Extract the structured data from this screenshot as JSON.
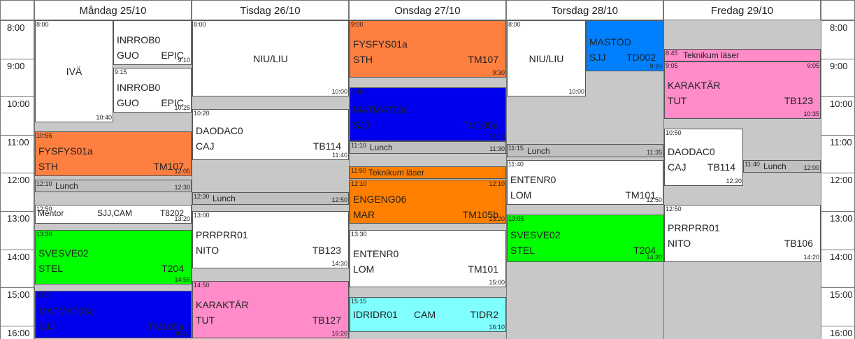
{
  "days": [
    "Måndag 25/10",
    "Tisdag 26/10",
    "Onsdag 27/10",
    "Torsdag 28/10",
    "Fredag 29/10"
  ],
  "hours": [
    "8:00",
    "9:00",
    "10:00",
    "11:00",
    "12:00",
    "13:00",
    "14:00",
    "15:00",
    "16:00"
  ],
  "colors": {
    "background": "#c8c8c8",
    "white": "#ffffff",
    "lunch": "#c0c0c0",
    "orange": "#ff7f40",
    "blue": "#0000ee",
    "green": "#00ff00",
    "pink": "#ff8cc8",
    "bright_orange": "#ff7f00",
    "cyan": "#80ffff",
    "azure": "#0080ff"
  },
  "events": [
    {
      "day": 0,
      "start": "8:00",
      "end": "10:40",
      "col": 0,
      "cols": 2,
      "color": "white",
      "s": "8:00",
      "e": "10:40",
      "center": "IVÄ"
    },
    {
      "day": 0,
      "start": "8:00",
      "end": "9:10",
      "col": 1,
      "cols": 2,
      "color": "white",
      "s": "",
      "e": "9:10",
      "l1": "INRROB0",
      "l2": "GUO",
      "r2": "EPIC"
    },
    {
      "day": 0,
      "start": "9:15",
      "end": "10:25",
      "col": 1,
      "cols": 2,
      "color": "white",
      "s": "9:15",
      "e": "10:25",
      "l1": "INRROB0",
      "l2": "GUO",
      "r2": "EPIC"
    },
    {
      "day": 0,
      "start": "10:55",
      "end": "12:05",
      "color": "orange",
      "s": "10:55",
      "e": "12:05",
      "l1": "FYSFYS01a",
      "l2": "STH",
      "r2": "TM107"
    },
    {
      "day": 0,
      "start": "12:10",
      "end": "12:30",
      "color": "lunch",
      "s": "12:10",
      "e": "12:30",
      "small": true,
      "l1": "Lunch"
    },
    {
      "day": 0,
      "start": "12:50",
      "end": "13:20",
      "color": "white",
      "s": "12:50",
      "e": "13:20",
      "small": true,
      "l1": "Mentor",
      "m1": "SJJ,CAM",
      "r1": "T8202"
    },
    {
      "day": 0,
      "start": "13:30",
      "end": "14:55",
      "color": "green",
      "s": "13:30",
      "e": "14:55",
      "l1": "SVESVE02",
      "l2": "STEL",
      "r2": "T204"
    },
    {
      "day": 0,
      "start": "15:05",
      "end": "16:20",
      "color": "blue",
      "s": "15:05",
      "e": "16:20",
      "l1": "MATMAT03c",
      "l2": "SJJ",
      "r2": "TM105a"
    },
    {
      "day": 1,
      "start": "8:00",
      "end": "10:00",
      "color": "white",
      "s": "8:00",
      "e": "10:00",
      "center": "NIU/LIU"
    },
    {
      "day": 1,
      "start": "10:20",
      "end": "11:40",
      "color": "white",
      "s": "10:20",
      "e": "11:40",
      "l1": "DAODAC0",
      "l2": "CAJ",
      "r2": "TB114"
    },
    {
      "day": 1,
      "start": "12:30",
      "end": "12:50",
      "color": "lunch",
      "s": "12:30",
      "e": "12:50",
      "small": true,
      "l1": "Lunch"
    },
    {
      "day": 1,
      "start": "13:00",
      "end": "14:30",
      "color": "white",
      "s": "13:00",
      "e": "14:30",
      "l1": "PRRPRR01",
      "l2": "NITO",
      "r2": "TB123"
    },
    {
      "day": 1,
      "start": "14:50",
      "end": "16:20",
      "color": "pink",
      "s": "14:50",
      "e": "16:20",
      "l1": "KARAKTÄR",
      "l2": "TUT",
      "r2": "TB127"
    },
    {
      "day": 2,
      "start": "8:00",
      "end": "9:30",
      "color": "orange",
      "s": "9:00",
      "e": "9:30",
      "l1": "FYSFYS01a",
      "l2": "STH",
      "r2": "TM107"
    },
    {
      "day": 2,
      "start": "9:45",
      "end": "11:10",
      "color": "blue",
      "s": "9:45",
      "e": "11:10",
      "l1": "MATMAT03c",
      "l2": "SJJ",
      "r2": "TM105a"
    },
    {
      "day": 2,
      "start": "11:10",
      "end": "11:30",
      "color": "lunch",
      "s": "11:10",
      "e": "11:30",
      "small": true,
      "l1": "Lunch"
    },
    {
      "day": 2,
      "start": "11:50",
      "end": "12:10",
      "color": "bright_orange",
      "s": "11:50",
      "e": "",
      "small": true,
      "l1": "Teknikum läser"
    },
    {
      "day": 2,
      "start": "12:10",
      "end": "13:20",
      "color": "bright_orange",
      "s": "12:10",
      "e": "13:20",
      "l1": "ENGENG06",
      "l2": "MAR",
      "r2": "TM105b",
      "tsr": "12:10"
    },
    {
      "day": 2,
      "start": "13:30",
      "end": "15:00",
      "color": "white",
      "s": "13:30",
      "e": "15:00",
      "l1": "ENTENR0",
      "l2": "LOM",
      "r2": "TM101"
    },
    {
      "day": 2,
      "start": "15:15",
      "end": "16:10",
      "color": "cyan",
      "s": "15:15",
      "e": "16:10",
      "c1l": "IDRIDR01",
      "c1m": "CAM",
      "c1r": "TIDR2"
    },
    {
      "day": 3,
      "start": "8:00",
      "end": "10:00",
      "col": 0,
      "cols": 2,
      "color": "white",
      "s": "8:00",
      "e": "10:00",
      "center": "NIU/LIU"
    },
    {
      "day": 3,
      "start": "8:00",
      "end": "9:20",
      "col": 1,
      "cols": 2,
      "color": "azure",
      "s": "",
      "e": "9:20",
      "l1": "MASTÖD",
      "l2": "SJJ",
      "r2": "TD002"
    },
    {
      "day": 3,
      "start": "11:15",
      "end": "11:35",
      "color": "lunch",
      "s": "11:15",
      "e": "11:35",
      "small": true,
      "l1": "Lunch"
    },
    {
      "day": 3,
      "start": "11:40",
      "end": "12:50",
      "color": "white",
      "s": "11:40",
      "e": "12:50",
      "l1": "ENTENR0",
      "l2": "LOM",
      "r2": "TM101"
    },
    {
      "day": 3,
      "start": "13:05",
      "end": "14:20",
      "color": "green",
      "s": "13:05",
      "e": "14:20",
      "l1": "SVESVE02",
      "l2": "STEL",
      "r2": "T204"
    },
    {
      "day": 4,
      "start": "8:45",
      "end": "9:05",
      "color": "pink",
      "s": "8:45",
      "e": "",
      "small": true,
      "l1": "Teknikum läser"
    },
    {
      "day": 4,
      "start": "9:05",
      "end": "10:35",
      "color": "pink",
      "s": "9:05",
      "e": "10:35",
      "l1": "KARAKTÄR",
      "l2": "TUT",
      "r2": "TB123",
      "tsr": "9:05"
    },
    {
      "day": 4,
      "start": "10:50",
      "end": "12:20",
      "col": 0,
      "cols": 2,
      "color": "white",
      "s": "10:50",
      "e": "12:20",
      "l1": "DAODAC0",
      "l2": "CAJ",
      "r2": "TB114"
    },
    {
      "day": 4,
      "start": "11:40",
      "end": "12:00",
      "col": 1,
      "cols": 2,
      "color": "lunch",
      "s": "11:40",
      "e": "12:00",
      "small": true,
      "l1": "Lunch"
    },
    {
      "day": 4,
      "start": "12:50",
      "end": "14:20",
      "color": "white",
      "s": "12:50",
      "e": "14:20",
      "l1": "PRRPRR01",
      "l2": "NITO",
      "r2": "TB106"
    }
  ]
}
